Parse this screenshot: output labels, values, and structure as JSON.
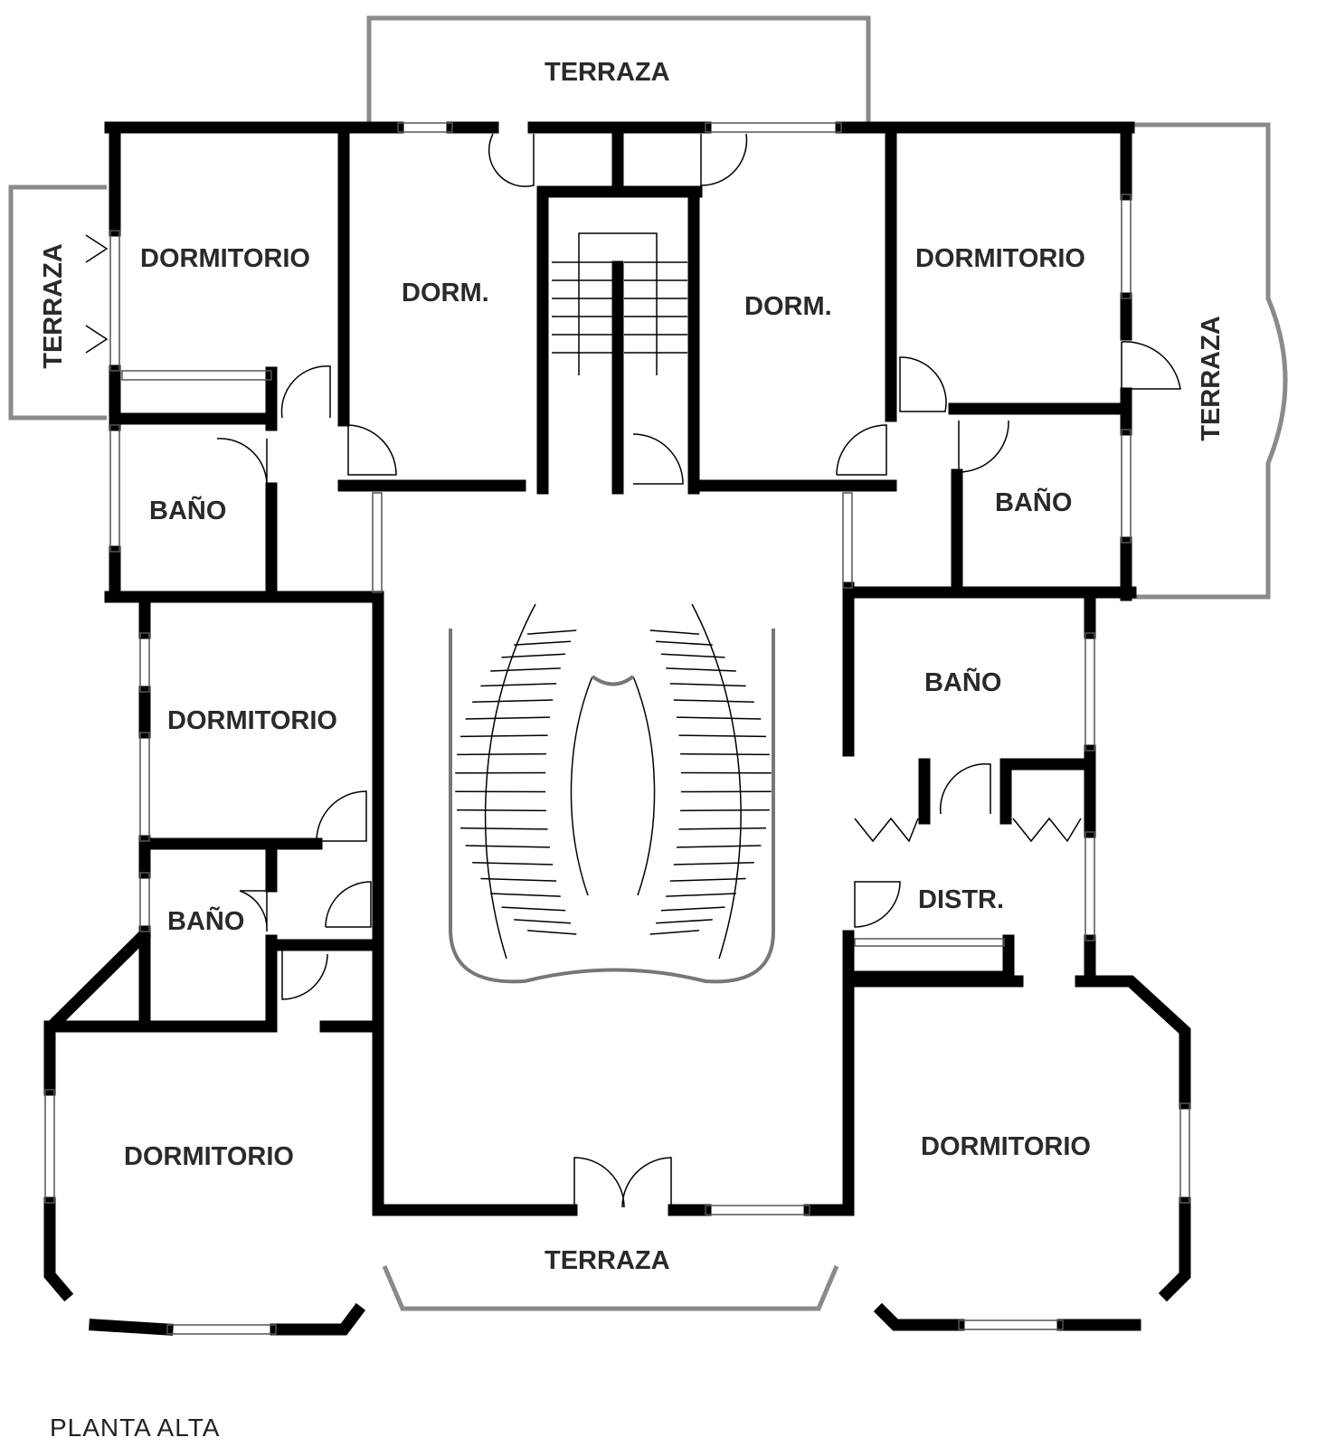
{
  "title": "PLANTA ALTA",
  "rooms": {
    "terraza_top": "TERRAZA",
    "terraza_left": "TERRAZA",
    "terraza_right": "TERRAZA",
    "terraza_bottom": "TERRAZA",
    "dormitorio_top_left": "DORMITORIO",
    "dorm_center_left": "DORM.",
    "dorm_center_right": "DORM.",
    "dormitorio_top_right": "DORMITORIO",
    "bano_left_top": "BAÑO",
    "bano_right_top": "BAÑO",
    "dormitorio_mid_left": "DORMITORIO",
    "bano_right_mid": "BAÑO",
    "bano_left_mid": "BAÑO",
    "distr": "DISTR.",
    "dormitorio_bottom_left": "DORMITORIO",
    "dormitorio_bottom_right": "DORMITORIO"
  },
  "colors": {
    "wall": "#000000",
    "terrace": "#8a8a8a",
    "text": "#2a2a2a"
  }
}
